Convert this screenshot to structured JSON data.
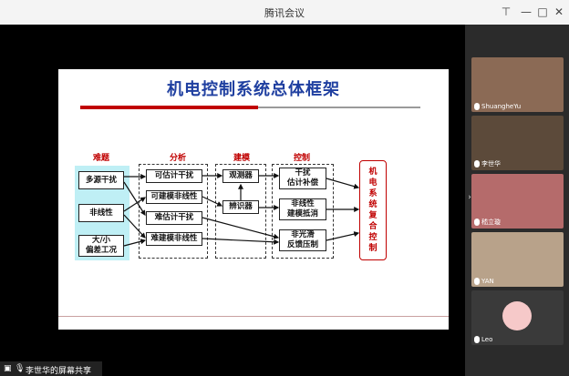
{
  "window": {
    "title": "腾讯会议",
    "buttons": {
      "pin": "⊤",
      "minimize": "—",
      "maximize": "□",
      "close": "✕"
    }
  },
  "slide": {
    "title": "机电控制系统总体框架",
    "sections": {
      "difficulty": "难题",
      "analysis": "分析",
      "modeling": "建模",
      "control": "控制"
    },
    "problems": [
      "多源干扰",
      "非线性",
      "大/小\n偏差工况"
    ],
    "analysis_items": [
      "可估计干扰",
      "可建模非线性",
      "难估计干扰",
      "难建模非线性"
    ],
    "modeling_items": [
      "观测器",
      "辨识器"
    ],
    "control_items": [
      "干扰\n估计补偿",
      "非线性\n建模抵消",
      "非光滑\n反馈压制"
    ],
    "composite": "机\n电\n系\n统\n复\n合\n控\n制"
  },
  "participants": [
    {
      "name": "ShuangheYu",
      "bg": "#8b6a55"
    },
    {
      "name": "李世华",
      "bg": "#5c4a3a"
    },
    {
      "name": "嵇立璇",
      "bg": "#b56b6b"
    },
    {
      "name": "YAN",
      "bg": "#b8a28a"
    },
    {
      "name": "Leo",
      "bg": "#3a3a3a"
    }
  ],
  "status": {
    "screen_share": "李世华的屏幕共享"
  },
  "colors": {
    "title_blue": "#1f3fa0",
    "accent_red": "#c00000",
    "problem_bg": "#bfeff5"
  }
}
